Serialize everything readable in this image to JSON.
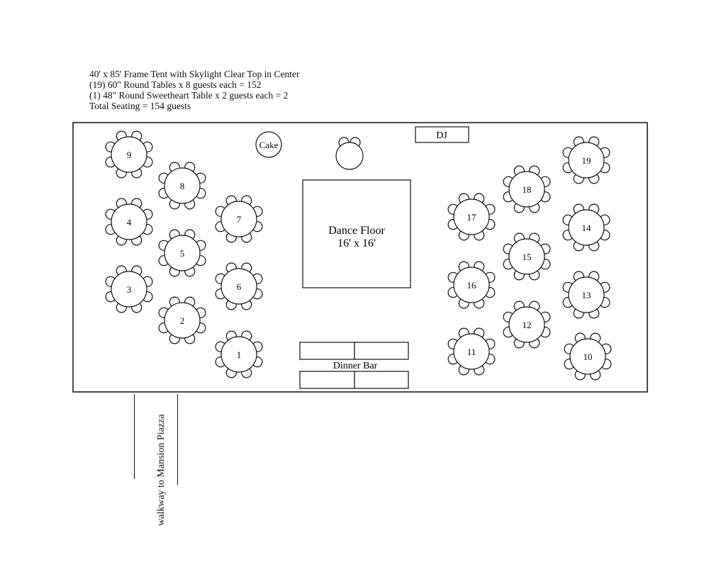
{
  "header": {
    "line1": "40' x 85' Frame Tent with Skylight Clear Top in Center",
    "line2": "(19) 60\" Round Tables x 8 guests each = 152",
    "line3": "(1) 48\" Round Sweetheart Table x 2 guests each = 2",
    "line4": "Total Seating = 154 guests"
  },
  "cake_label": "Cake",
  "dj_label": "DJ",
  "dance_floor": {
    "line1": "Dance Floor",
    "line2": "16' x 16'"
  },
  "dinner_bar_label": "Dinner Bar",
  "walkway_label": "walkway to Mansion Piazza",
  "tables": [
    "1",
    "2",
    "3",
    "4",
    "5",
    "6",
    "7",
    "8",
    "9",
    "10",
    "11",
    "12",
    "13",
    "14",
    "15",
    "16",
    "17",
    "18",
    "19"
  ]
}
